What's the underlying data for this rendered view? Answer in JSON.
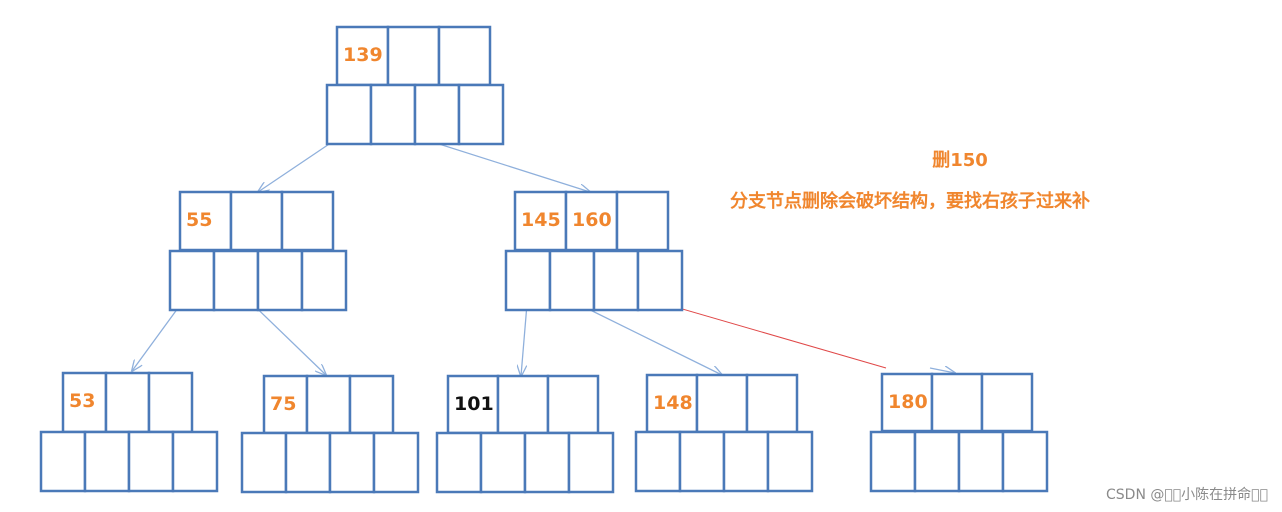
{
  "colors": {
    "node_border": "#4a79b8",
    "arrow": "#8fb0dc",
    "key_orange": "#f0862e",
    "key_black": "#111111",
    "removal_line": "#e04848",
    "note_text": "#f0862e",
    "watermark": "#8a8a8a"
  },
  "nodes": [
    {
      "id": "root",
      "keys": [
        "139",
        "",
        ""
      ]
    },
    {
      "id": "left-mid",
      "keys": [
        "55",
        "",
        ""
      ]
    },
    {
      "id": "right-mid",
      "keys": [
        "145",
        "160",
        ""
      ]
    },
    {
      "id": "leaf-53",
      "keys": [
        "53",
        "",
        ""
      ]
    },
    {
      "id": "leaf-75",
      "keys": [
        "75",
        "",
        ""
      ]
    },
    {
      "id": "leaf-101",
      "keys": [
        "101",
        "",
        ""
      ]
    },
    {
      "id": "leaf-148",
      "keys": [
        "148",
        "",
        ""
      ]
    },
    {
      "id": "leaf-180",
      "keys": [
        "180",
        "",
        ""
      ]
    }
  ],
  "edges": [
    {
      "from": "root",
      "to": "left-mid",
      "style": "arrow"
    },
    {
      "from": "root",
      "to": "right-mid",
      "style": "arrow"
    },
    {
      "from": "left-mid",
      "to": "leaf-53",
      "style": "arrow"
    },
    {
      "from": "left-mid",
      "to": "leaf-75",
      "style": "arrow"
    },
    {
      "from": "right-mid",
      "to": "leaf-101",
      "style": "arrow"
    },
    {
      "from": "right-mid",
      "to": "leaf-148",
      "style": "arrow"
    },
    {
      "from": "right-mid",
      "to": "leaf-180",
      "style": "red-line"
    }
  ],
  "note": {
    "title": "删150",
    "description": "分支节点删除会破坏结构，要找右孩子过来补"
  },
  "watermark": "CSDN @\u0000\u0000小陈在拼命\u0000\u0000"
}
